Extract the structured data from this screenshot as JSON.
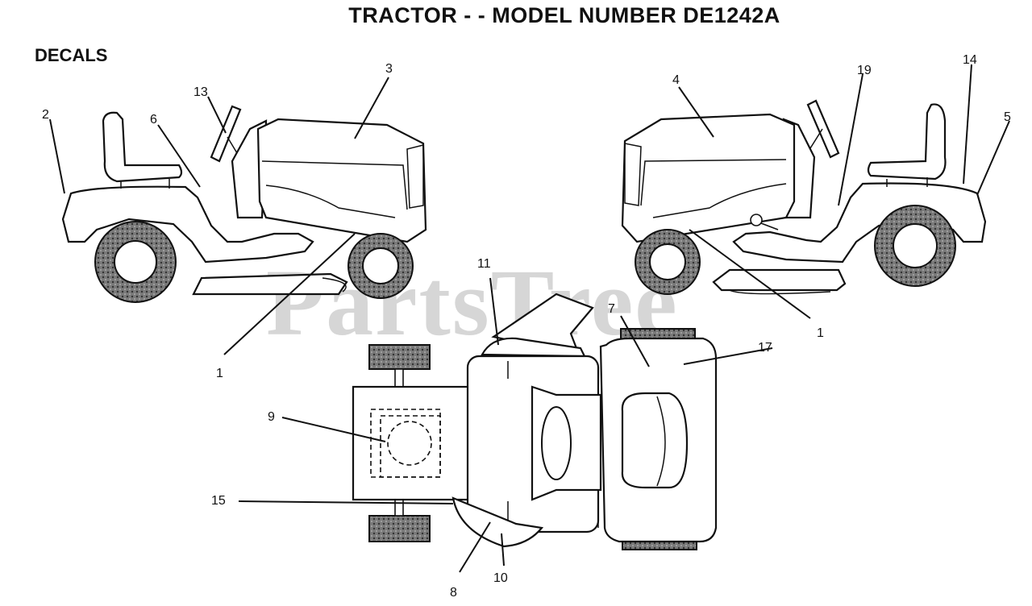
{
  "header": {
    "title": "TRACTOR - - MODEL NUMBER DE1242A",
    "section": "DECALS"
  },
  "watermark": "PartsTree",
  "callouts": {
    "c2": "2",
    "c6": "6",
    "c13": "13",
    "c3": "3",
    "c1a": "1",
    "c4": "4",
    "c19": "19",
    "c14": "14",
    "c5": "5",
    "c1b": "1",
    "c11": "11",
    "c7": "7",
    "c17": "17",
    "c9": "9",
    "c15": "15",
    "c8": "8",
    "c10": "10"
  },
  "colors": {
    "line": "#111111",
    "tire": "#6a6a6a",
    "watermark": "#d6d6d6"
  }
}
